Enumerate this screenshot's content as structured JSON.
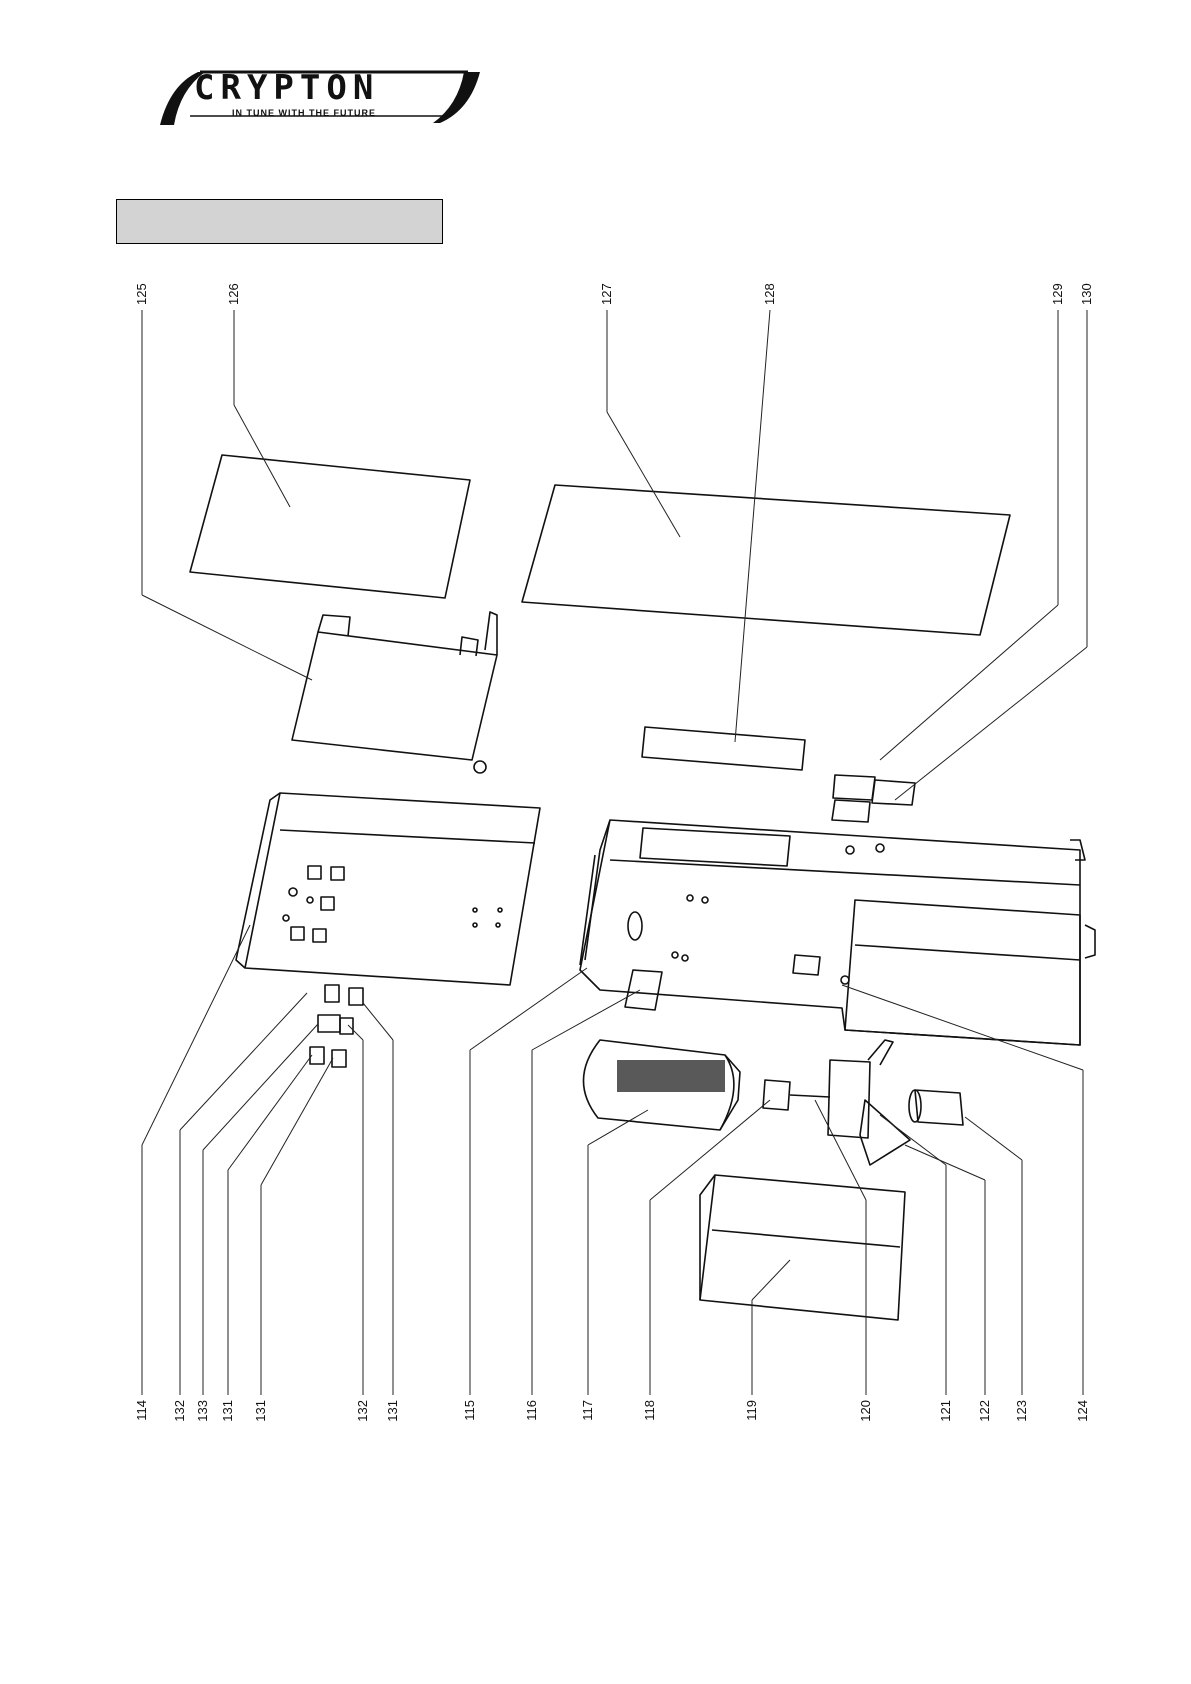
{
  "logo": {
    "name": "CRYPTON",
    "tagline": "IN TUNE WITH THE FUTURE"
  },
  "title_box": "",
  "callouts": {
    "top": [
      "125",
      "126",
      "127",
      "128",
      "129",
      "130"
    ],
    "bottom": [
      "114",
      "132",
      "133",
      "131",
      "131",
      "132",
      "131",
      "115",
      "116",
      "117",
      "118",
      "119",
      "120",
      "121",
      "122",
      "123",
      "124"
    ]
  }
}
